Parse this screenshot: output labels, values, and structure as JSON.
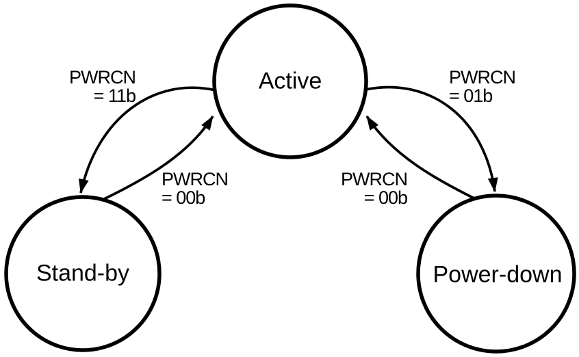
{
  "diagram": {
    "background": "#ffffff",
    "stroke_color": "#000000",
    "states": [
      {
        "label": "Active"
      },
      {
        "label": "Stand-by"
      },
      {
        "label": "Power-down"
      }
    ],
    "transitions": [
      {
        "from": "Active",
        "to": "Stand-by",
        "signal": "PWRCN",
        "value": "= 11b"
      },
      {
        "from": "Stand-by",
        "to": "Active",
        "signal": "PWRCN",
        "value": "= 00b"
      },
      {
        "from": "Active",
        "to": "Power-down",
        "signal": "PWRCN",
        "value": "= 01b"
      },
      {
        "from": "Power-down",
        "to": "Active",
        "signal": "PWRCN",
        "value": "= 00b"
      }
    ]
  }
}
